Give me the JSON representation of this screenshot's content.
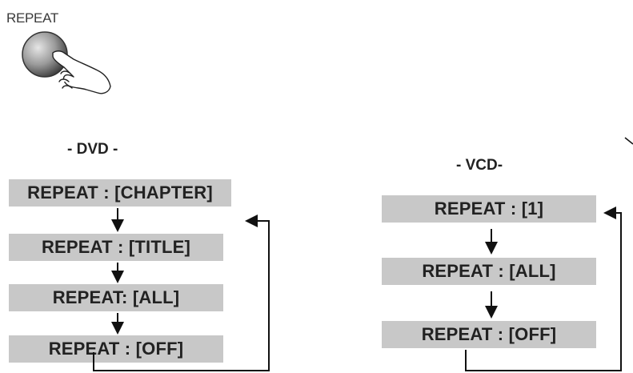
{
  "button": {
    "label": "REPEAT"
  },
  "dvd": {
    "title": "- DVD -",
    "steps": [
      "REPEAT : [CHAPTER]",
      "REPEAT : [TITLE]",
      "REPEAT: [ALL]",
      "REPEAT : [OFF]"
    ]
  },
  "vcd": {
    "title": "- VCD-",
    "steps": [
      "REPEAT : [1]",
      "REPEAT : [ALL]",
      "REPEAT : [OFF]"
    ]
  },
  "colors": {
    "box_fill": "#c8c8c8",
    "line": "#111111",
    "text": "#222222"
  }
}
